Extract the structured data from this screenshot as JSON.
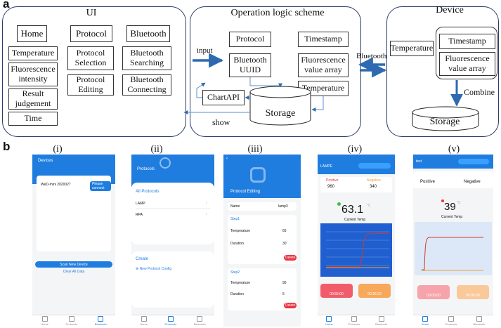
{
  "part_a": {
    "label": "a",
    "ui": {
      "title": "UI",
      "col1": [
        "Home",
        "Temperature",
        "Fluorescence intensity",
        "Result judgement",
        "Time"
      ],
      "col2": [
        "Protocol",
        "Protocol Selection",
        "Protocol Editing"
      ],
      "col3": [
        "Bluetooth",
        "Bluetooth Searching",
        "Bluetooth Connecting"
      ]
    },
    "logic": {
      "title": "Operation logic scheme",
      "input": "input",
      "show": "show",
      "protocol": "Protocol",
      "bt_uuid": "Bluetooth UUID",
      "timestamp": "Timestamp",
      "fluo_array": "Fluorescence value array",
      "temperature": "Temperature",
      "chartapi": "ChartAPI",
      "storage": "Storage"
    },
    "bluetooth_link": "Bluetooth",
    "device": {
      "title": "Device",
      "temperature": "Temperature",
      "timestamp": "Timestamp",
      "fluo_array": "Fluorescence value array",
      "combine": "Combine",
      "storage": "Storage"
    }
  },
  "part_b": {
    "label": "b",
    "captions": [
      "(i)",
      "(ii)",
      "(iii)",
      "(iv)",
      "(v)"
    ],
    "screen1": {
      "title": "Devices",
      "device": "WeD-mini 2020027",
      "connect": "Please connect",
      "scan": "Scan New Device",
      "clear": "Clear All Data"
    },
    "screen2": {
      "title": "Protocols",
      "all": "All Protocols",
      "items": [
        "LAMP",
        "RPA"
      ],
      "create": "Create",
      "new_config": "New Protocol Config"
    },
    "screen3": {
      "title": "Protocol Editing",
      "name_label": "Name",
      "name_value": "lamp3",
      "step1": "Step1",
      "step2": "Step2",
      "temp": "Temperature",
      "duration": "Duration",
      "t1": "65",
      "d1": "30",
      "t2": "95",
      "d2": "5",
      "delete": "Delete"
    },
    "screen4": {
      "device": "LAMPE",
      "pos_label": "Positive",
      "neg_label": "Negative",
      "pos": "960",
      "neg": "340",
      "temp": "63.1",
      "unit": "°C",
      "cur_temp": "Current Temp",
      "t_left": "00:55:00",
      "t_right": "00:26:22"
    },
    "screen5": {
      "device": "test",
      "result_pos": "Positive",
      "result_neg": "Negative",
      "temp": "39",
      "unit": "°C",
      "cur_temp": "Current Temp",
      "t_left": "00:00:00",
      "t_right": "00:00:00"
    },
    "nav": [
      "Home",
      "Protocols",
      "Bluetooth"
    ],
    "colors": {
      "blue": "#1f7de0",
      "red_curve": "#d33a2c",
      "orange_curve": "#f0a030",
      "card_red": "#f25c6a",
      "card_orange": "#f7a85a"
    }
  }
}
